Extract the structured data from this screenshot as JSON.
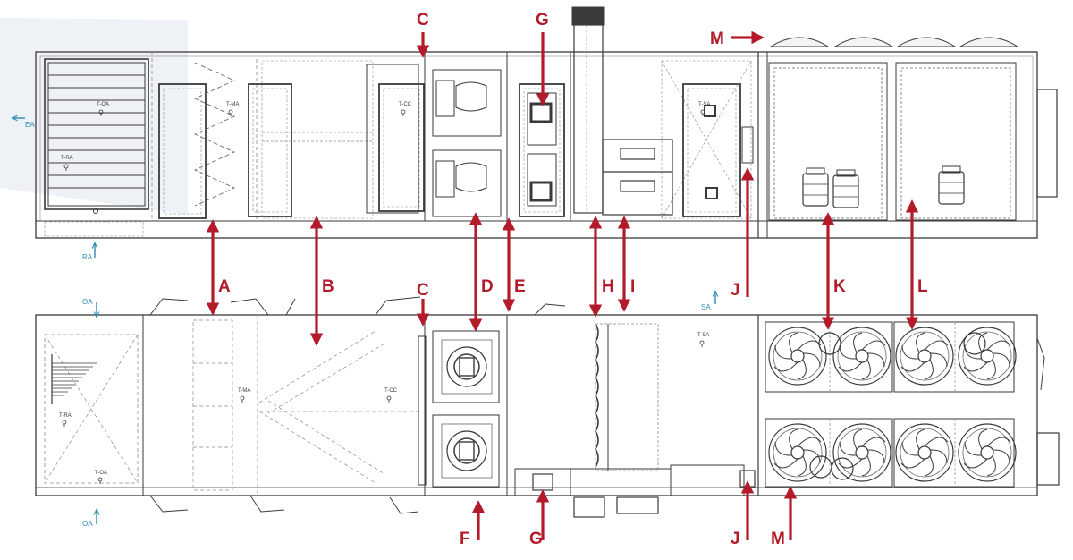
{
  "colors": {
    "callout": "#b31b2b",
    "port": "#2b8bb5",
    "line": "#3a3a3a",
    "dash": "#8a8a8a",
    "background": "#ffffff",
    "shadow": "#eef1f5"
  },
  "callouts": {
    "a": "A",
    "b": "B",
    "c_top": "C",
    "c_bottom": "C",
    "d": "D",
    "e": "E",
    "f": "F",
    "g_top": "G",
    "g_bottom": "G",
    "h": "H",
    "i": "I",
    "j_mid": "J",
    "j_bottom": "J",
    "k": "K",
    "l": "L",
    "m_top": "M",
    "m_bottom": "M"
  },
  "ports": {
    "ea": "EA",
    "ra": "RA",
    "oa_top": "OA",
    "oa_bottom": "OA",
    "sa": "SA"
  },
  "sensors": {
    "top_oa": "T-OA",
    "top_ra": "T-RA",
    "top_ma": "T-MA",
    "top_cc": "T-CC",
    "top_sa": "T-SA",
    "bot_ra": "T-RA",
    "bot_oa": "T-OA",
    "bot_ma": "T-MA",
    "bot_cc": "T-CC",
    "bot_sa": "T-SA"
  }
}
